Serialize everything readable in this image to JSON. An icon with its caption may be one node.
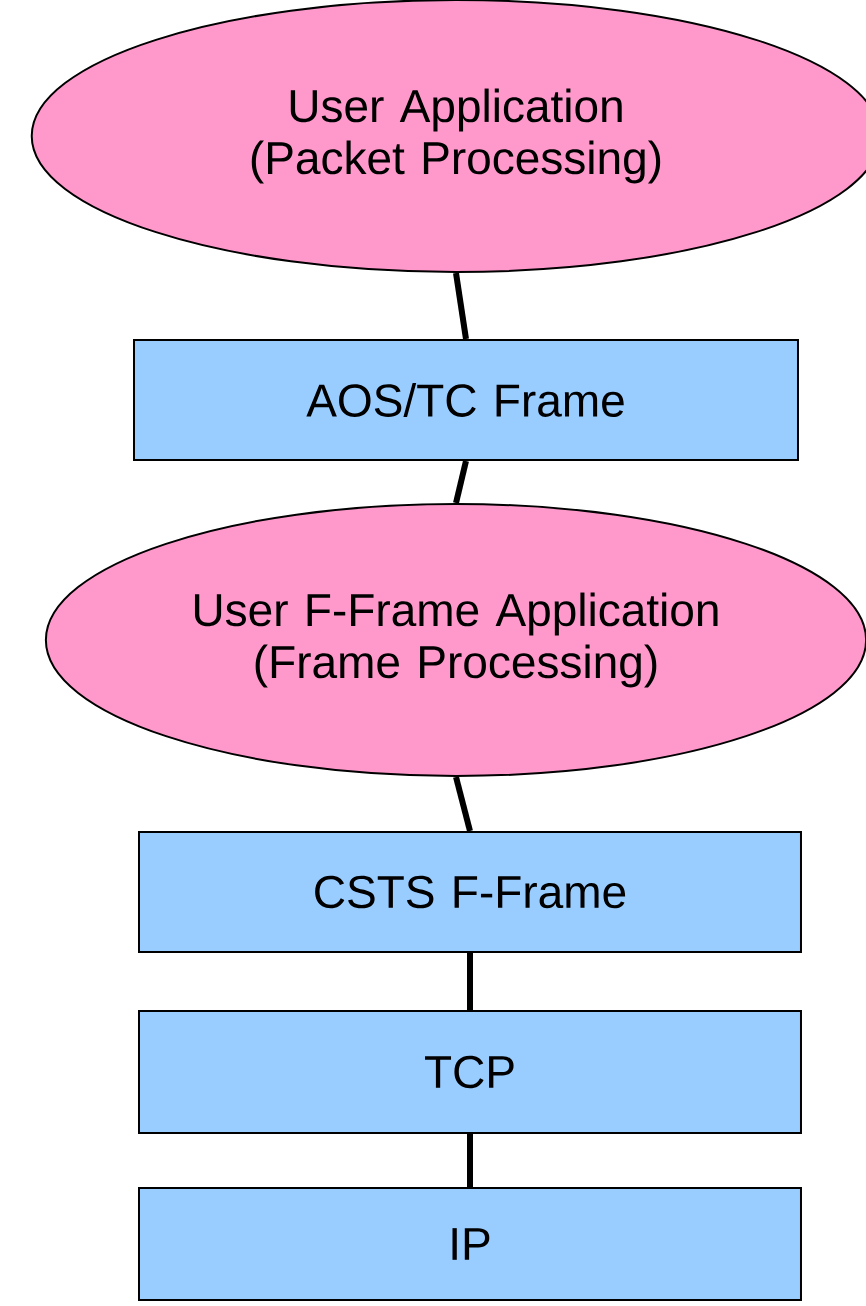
{
  "diagram": {
    "nodes": [
      {
        "text": [
          "User Application (Packet Processing)"
        ]
      },
      {
        "text": [
          "AOS/TC Frame"
        ]
      },
      {
        "text": [
          "User F-Frame Application (Frame Processing)"
        ]
      },
      {
        "text": [
          "CSTS F-Frame"
        ]
      },
      {
        "text": [
          "TCP"
        ]
      },
      {
        "text": [
          "IP"
        ]
      }
    ],
    "edges": [
      {
        "from": 0,
        "to": 1,
        "arrow": "none"
      },
      {
        "from": 1,
        "to": 2,
        "arrow": "none"
      },
      {
        "from": 2,
        "to": 3,
        "arrow": "none"
      },
      {
        "from": 3,
        "to": 4,
        "arrow": "none"
      },
      {
        "from": 4,
        "to": 5,
        "arrow": "none"
      }
    ]
  }
}
